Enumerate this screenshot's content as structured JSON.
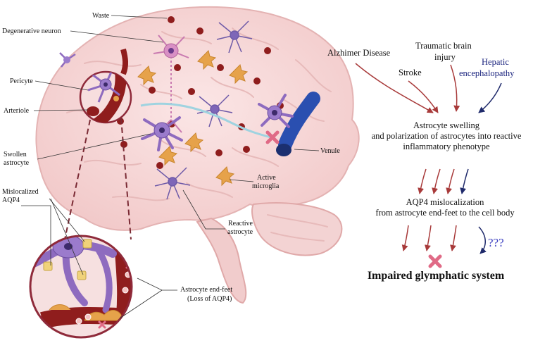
{
  "labels": {
    "waste": "Waste",
    "degenerative_neuron": "Degenerative neuron",
    "pericyte": "Pericyte",
    "arteriole": "Arteriole",
    "swollen_astrocyte_1": "Swollen",
    "swollen_astrocyte_2": "astrocyte",
    "mislocalized_1": "Mislocalized",
    "mislocalized_2": "AQP4",
    "venule": "Venule",
    "active_microglia_1": "Active",
    "active_microglia_2": "microglia",
    "reactive_astrocyte_1": "Reactive",
    "reactive_astrocyte_2": "astrocyte",
    "end_feet_1": "Astrocyte end-feet",
    "end_feet_2": "(Loss of AQP4)"
  },
  "flow": {
    "alzheimer": "Alzhimer Disease",
    "tbi_1": "Traumatic brain",
    "tbi_2": "injury",
    "stroke": "Stroke",
    "hepatic_1": "Hepatic",
    "hepatic_2": "encephalopathy",
    "step1_1": "Astrocyte swelling",
    "step1_2": "and polarization of astrocytes into reactive",
    "step1_3": "inflammatory  phenotype",
    "step2_1": "AQP4 mislocalization",
    "step2_2": "from astrocyte end-feet to the cell body",
    "unknown": "???",
    "result": "Impaired glymphatic system"
  },
  "colors": {
    "arrow_red": "#a83a3a",
    "arrow_navy": "#1f2a6b",
    "hepatic_text": "#1a237e",
    "cross": "#e06a86",
    "astrocyte": "#8e6bbf",
    "microglia": "#e6a24a",
    "vessel_red": "#8f1d1d",
    "vessel_blue": "#2a4fb0"
  }
}
